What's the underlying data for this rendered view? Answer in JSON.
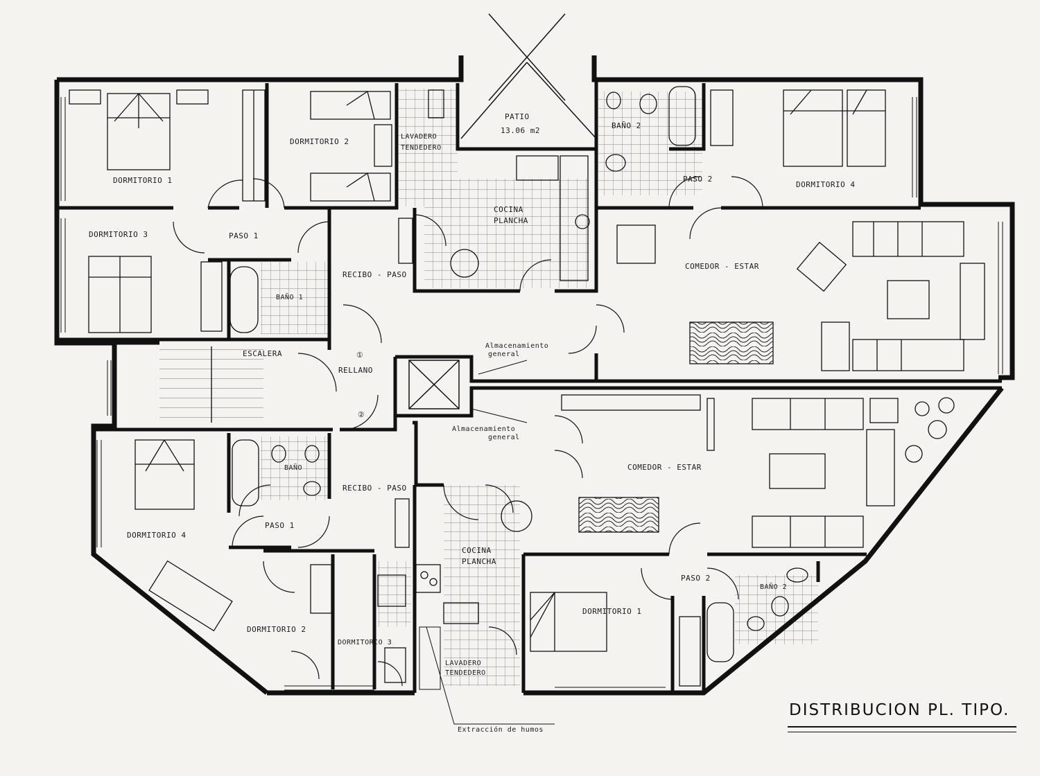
{
  "title": "DISTRIBUCION  PL. TIPO.",
  "labels": {
    "patio": "PATIO",
    "patio_area": "13.06  m2",
    "dormitorio1_top": "DORMITORIO  1",
    "dormitorio2_top": "DORMITORIO  2",
    "dormitorio3_top": "DORMITORIO  3",
    "dormitorio4_top": "DORMITORIO  4",
    "lavadero_top": "LAVADERO",
    "tendedero_top": "TENDEDERO",
    "bano2_top": "BAÑO 2",
    "paso2_top": "PASO 2",
    "cocina_top": "COCINA",
    "plancha_top": "PLANCHA",
    "paso1_top": "PASO  1",
    "bano1_top": "BAÑO 1",
    "recibo_top": "RECIBO - PASO",
    "comedor_top": "COMEDOR - ESTAR",
    "escalera": "ESCALERA",
    "rellano": "RELLANO",
    "door1": "①",
    "door2": "②",
    "almac_top1": "Almacenamiento",
    "almac_top2": "general",
    "almac_bot1": "Almacenamiento",
    "almac_bot2": "general",
    "bano_bot": "BAÑO",
    "recibo_bot": "RECIBO - PASO",
    "comedor_bot": "COMEDOR - ESTAR",
    "dormitorio4_bot": "DORMITORIO  4",
    "paso1_bot": "PASO  1",
    "cocina_bot": "COCINA",
    "plancha_bot": "PLANCHA",
    "paso2_bot": "PASO  2",
    "bano2_bot": "BAÑO 2",
    "dormitorio1_bot": "DORMITORIO  1",
    "dormitorio2_bot": "DORMITORIO  2",
    "dormitorio3_bot": "DORMITORIO 3",
    "lavadero_bot": "LAVADERO",
    "tendedero_bot": "TENDEDERO",
    "extraccion": "Extracción  de  humos"
  },
  "colors": {
    "ink": "#111111",
    "paper": "#f4f3f0",
    "hatch": "#555555"
  }
}
